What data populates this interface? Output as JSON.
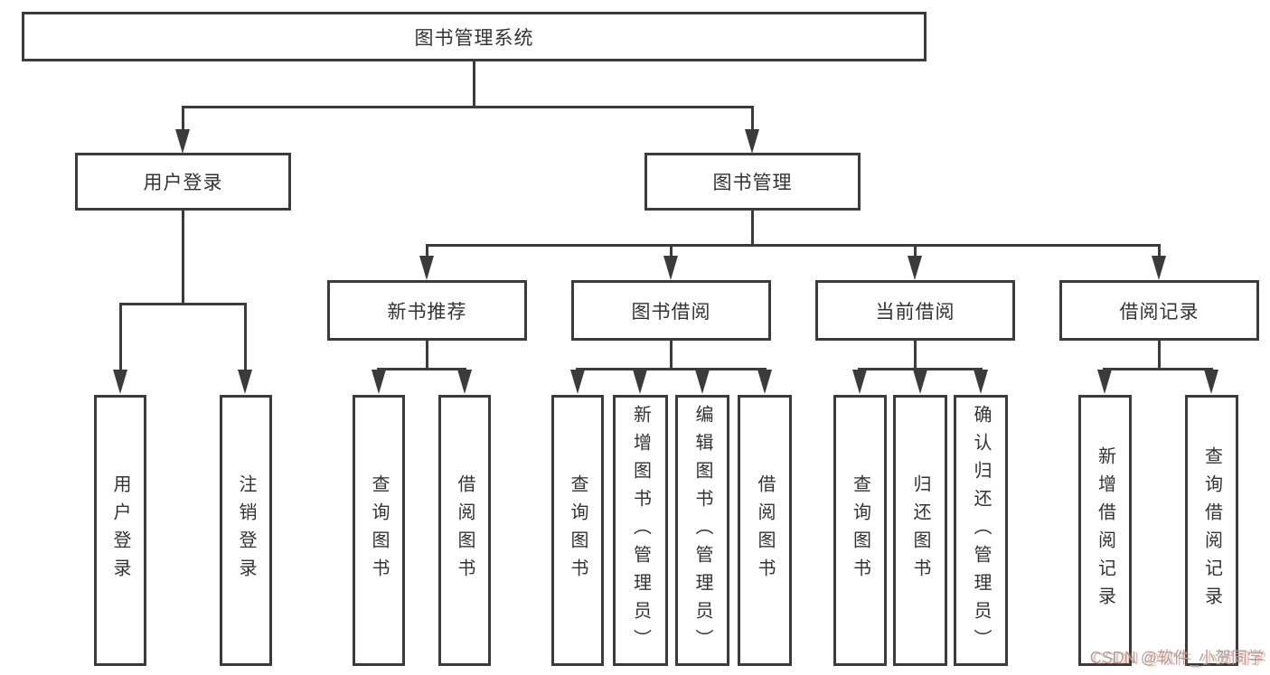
{
  "tree": {
    "root": {
      "label": "图书管理系统"
    },
    "children": [
      {
        "label": "用户登录",
        "children": [
          {
            "label": "用户登录"
          },
          {
            "label": "注销登录"
          }
        ]
      },
      {
        "label": "图书管理",
        "children": [
          {
            "label": "新书推荐",
            "children": [
              {
                "label": "查询图书"
              },
              {
                "label": "借阅图书"
              }
            ]
          },
          {
            "label": "图书借阅",
            "children": [
              {
                "label": "查询图书"
              },
              {
                "label": "新增图书（管理员）"
              },
              {
                "label": "编辑图书（管理员）"
              },
              {
                "label": "借阅图书"
              }
            ]
          },
          {
            "label": "当前借阅",
            "children": [
              {
                "label": "查询图书"
              },
              {
                "label": "归还图书"
              },
              {
                "label": "确认归还（管理员）"
              }
            ]
          },
          {
            "label": "借阅记录",
            "children": [
              {
                "label": "新增借阅记录"
              },
              {
                "label": "查询借阅记录"
              }
            ]
          }
        ]
      }
    ]
  },
  "watermark": "CSDN @软件_小贺同学",
  "colors": {
    "line": "#3b3b3b",
    "text": "#333333",
    "watermark_text": "#a6a6a6",
    "watermark_shadow": "#fc5531",
    "background": "#ffffff"
  }
}
